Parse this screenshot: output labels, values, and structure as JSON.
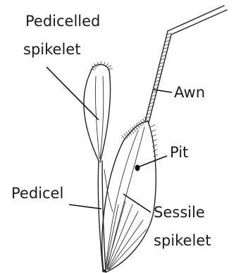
{
  "labels": {
    "pedicelled_spikelet": [
      "Pedicelled",
      "spikelet"
    ],
    "awn": "Awn",
    "pit": "Pit",
    "pedicel": "Pedicel",
    "sessile_spikelet": [
      "Sessile",
      "spikelet"
    ]
  }
}
